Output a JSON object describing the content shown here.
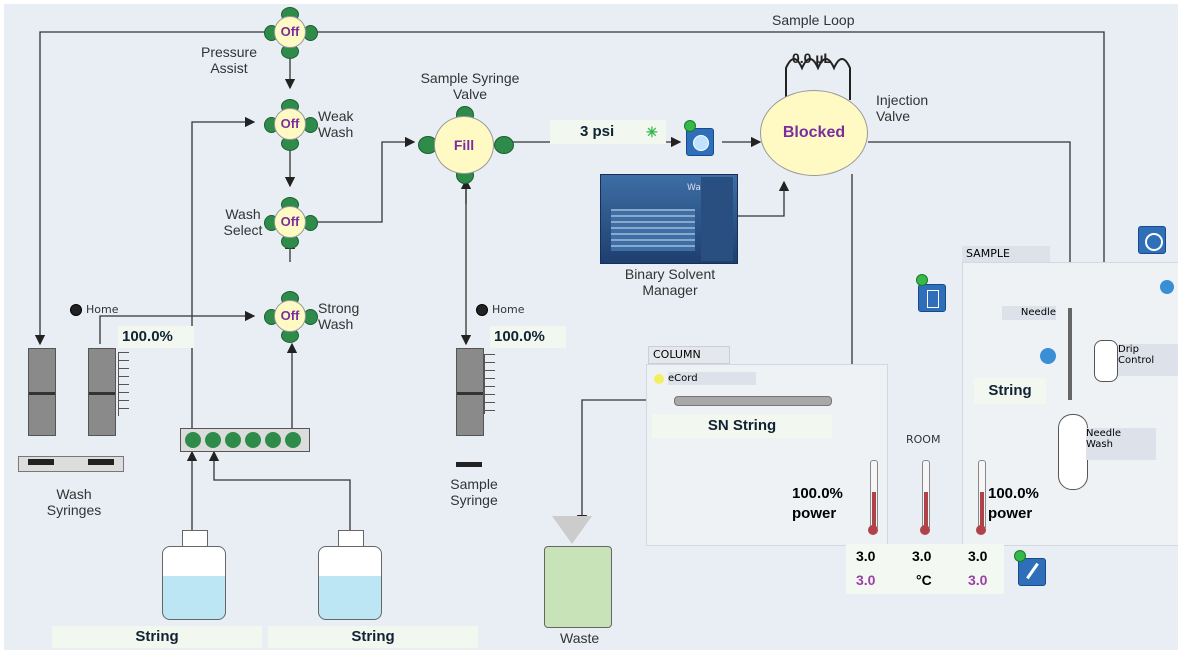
{
  "valves": {
    "pressure_assist": {
      "state": "Off",
      "label": "Pressure\nAssist"
    },
    "weak_wash": {
      "state": "Off",
      "label": "Weak\nWash"
    },
    "wash_select": {
      "state": "Off",
      "label": "Wash\nSelect"
    },
    "strong_wash": {
      "state": "Off",
      "label": "Strong\nWash"
    },
    "sample_syringe": {
      "state": "Fill",
      "label": "Sample Syringe\nValve"
    },
    "injection": {
      "state": "Blocked",
      "label": "Injection\nValve"
    }
  },
  "sample_loop": {
    "label": "Sample Loop",
    "volume": "0.0 µL"
  },
  "pressure": {
    "value": "3 psi",
    "indicator": "✳"
  },
  "wash_syringes": {
    "label": "Wash\nSyringes",
    "home": "Home",
    "percent": "100.0%"
  },
  "sample_syringe": {
    "label": "Sample\nSyringe",
    "home": "Home",
    "percent": "100.0%"
  },
  "bsm": {
    "label": "Binary Solvent\nManager",
    "logo": "Waters"
  },
  "bottles": [
    {
      "label": "String"
    },
    {
      "label": "String"
    }
  ],
  "waste": {
    "label": "Waste"
  },
  "column": {
    "header": "COLUMN",
    "ecord": "eCord",
    "sn": "SN String",
    "power_pct": "100.0%",
    "power_word": "power",
    "temp_set": "3.0",
    "temp_act": "3.0"
  },
  "room": {
    "label": "ROOM",
    "temp_set": "3.0",
    "unit": "°C"
  },
  "sample": {
    "header": "SAMPLE",
    "needle": "Needle",
    "string": "String",
    "drip_control": "Drip\nControl",
    "needle_wash": "Needle\nWash",
    "power_pct": "100.0%",
    "power_word": "power",
    "temp_set": "3.0",
    "temp_act": "3.0"
  },
  "colors": {
    "valve_green": "#2e8b4a",
    "valve_core": "#fff9c4",
    "valve_text": "#7a2e9e",
    "temp_act": "#9b3fa8"
  }
}
